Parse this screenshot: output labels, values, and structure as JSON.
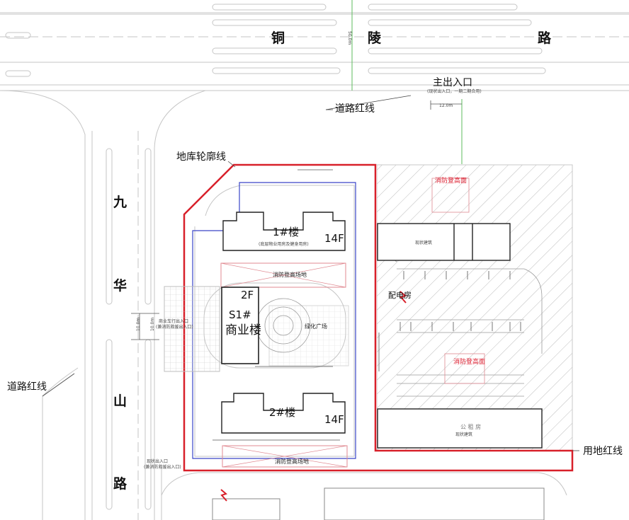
{
  "roads": {
    "north_chars": [
      "铜",
      "陵",
      "路"
    ],
    "west_chars": [
      "九",
      "华",
      "山",
      "路"
    ],
    "north_width": "50.0m"
  },
  "labels": {
    "main_entrance": "主出入口",
    "main_entrance_note": "(现状出入口，一期二期合用)",
    "entrance_width": "12.0m",
    "road_redline_top": "道路红线",
    "road_redline_left": "道路红线",
    "garage_outline": "地库轮廓线",
    "site_redline": "用地红线",
    "fire_climb_top": "消防登高面",
    "fire_climb_mid": "消防登高面",
    "fire_climb_area_1": "消防登高场地",
    "fire_climb_area_2": "消防登高场地",
    "green_plaza": "绿化广场",
    "distribution_room": "配电房",
    "commercial_entrance": "商业车行出入口",
    "commercial_entrance_note": "(兼消防救援出入口)",
    "west_width_a": "10.0m",
    "west_width_b": "10.0m",
    "existing_entrance": "现状出入口",
    "existing_entrance_note": "(兼消防救援出入口)",
    "existing_building_1": "现状建筑",
    "existing_building_2": "现状建筑",
    "gonghe": "公 租 房"
  },
  "buildings": {
    "b1": {
      "name": "1#楼",
      "floors": "14F",
      "note": "(底层物业用房及健身用房)"
    },
    "s1": {
      "name": "S1#",
      "sub": "商业楼",
      "floors": "2F"
    },
    "b2": {
      "name": "2#楼",
      "floors": "14F"
    }
  },
  "colors": {
    "red_line": "#d8202a",
    "blue_line": "#3a45c8",
    "green_axis": "#5dbb5d",
    "dark_line": "#333333",
    "light_line": "#cfcfcf"
  }
}
